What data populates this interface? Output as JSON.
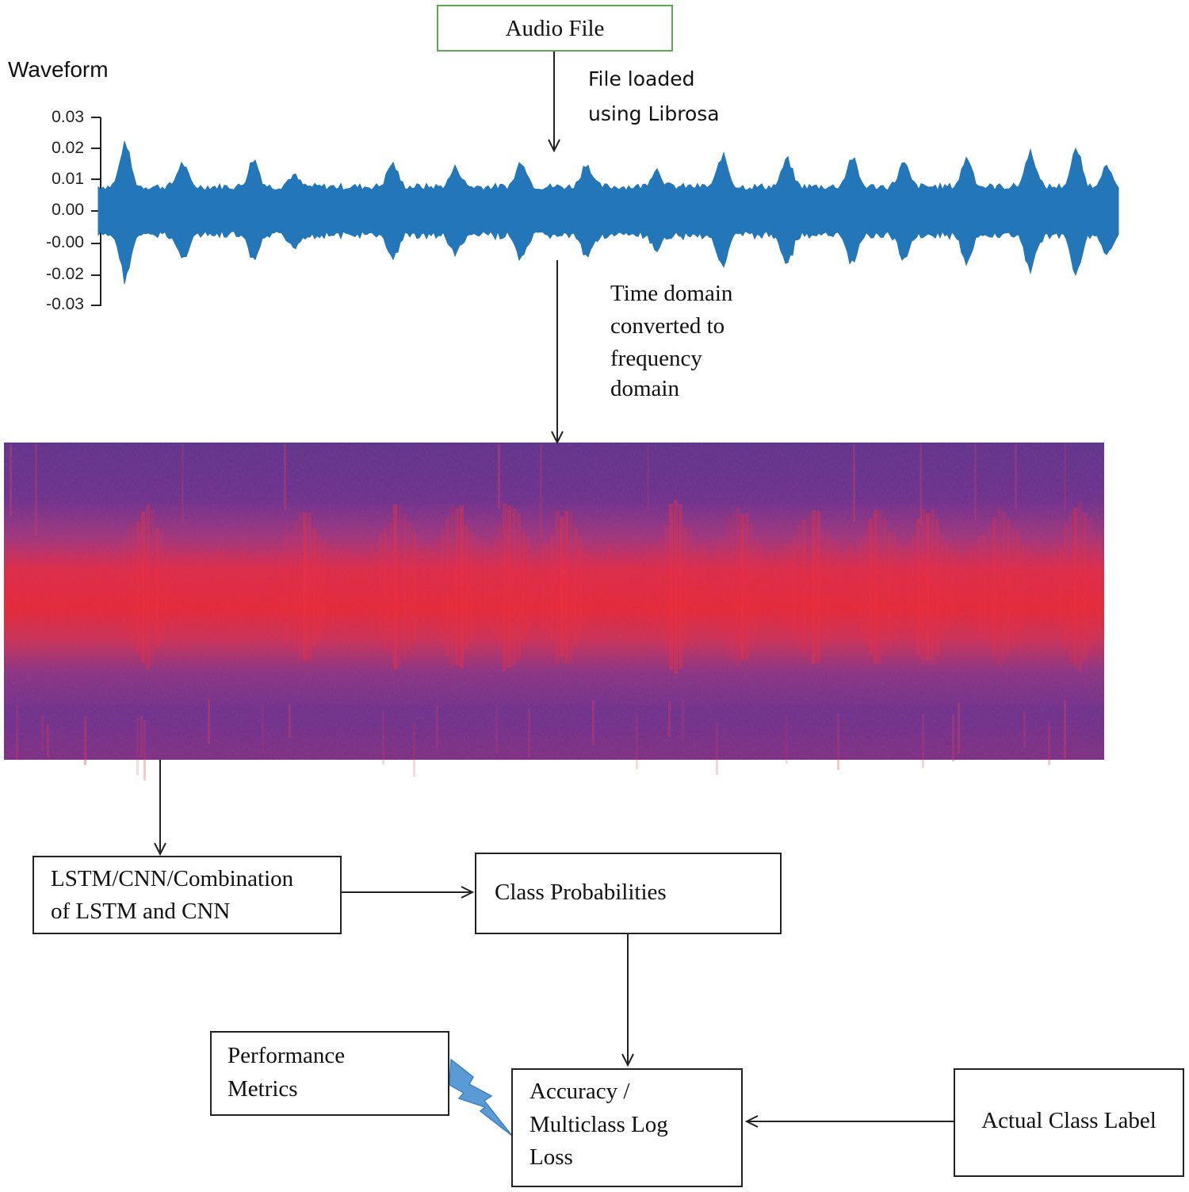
{
  "colors": {
    "waveform": "#2376b7",
    "spectrogram_low": "#6a2f85",
    "spectrogram_high": "#ee2424",
    "box_border": "#222222",
    "audio_box_border": "#5aa84f",
    "bolt": "#5b9bd5"
  },
  "nodes": {
    "audio_file": "Audio File",
    "model_line1": "LSTM/CNN/Combination",
    "model_line2": "of LSTM and CNN",
    "class_probabilities": "Class Probabilities",
    "performance_line1": "Performance",
    "performance_line2": "Metrics",
    "accuracy_line1": "Accuracy /",
    "accuracy_line2": "Multiclass Log",
    "accuracy_line3": "Loss",
    "actual_label": "Actual Class Label"
  },
  "annotations": {
    "load_line1": "File loaded",
    "load_line2": "using Librosa",
    "convert_line1": "Time domain",
    "convert_line2": "converted to",
    "convert_line3": "frequency",
    "convert_line4": "domain"
  },
  "waveform": {
    "title": "Waveform",
    "y_ticks": [
      "0.03",
      "0.02",
      "0.01",
      "0.00",
      "-0.00",
      "-0.02",
      "-0.03"
    ]
  }
}
